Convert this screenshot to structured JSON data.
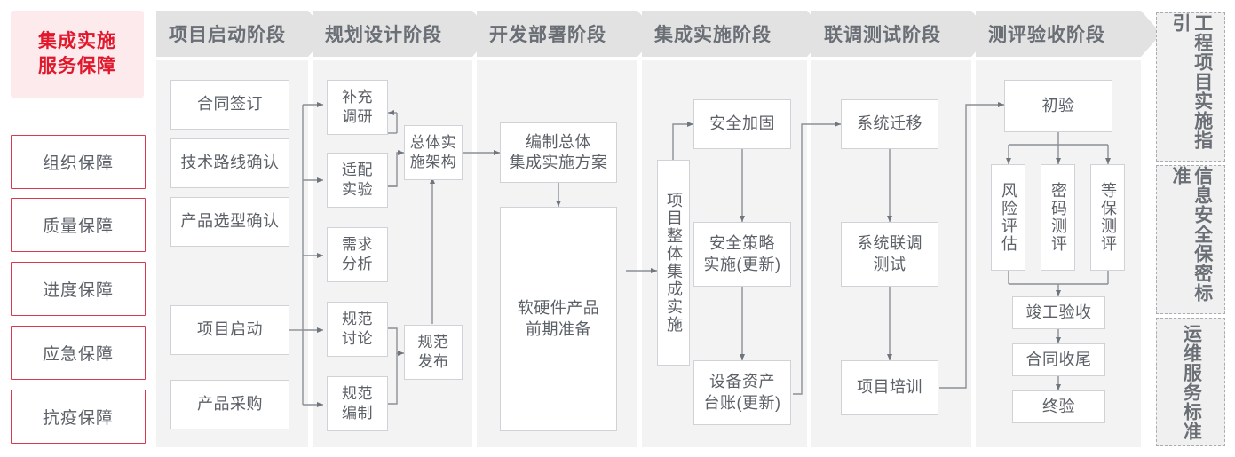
{
  "sidebar": {
    "title_lines": [
      "集成实施",
      "服务保障"
    ],
    "accent_color": "#e1172c",
    "accent_bg": "#fceaec",
    "items": [
      {
        "label": "组织保障"
      },
      {
        "label": "质量保障"
      },
      {
        "label": "进度保障"
      },
      {
        "label": "应急保障"
      },
      {
        "label": "抗疫保障"
      }
    ]
  },
  "stages": [
    {
      "name": "项目启动阶段"
    },
    {
      "name": "规划设计阶段"
    },
    {
      "name": "开发部署阶段"
    },
    {
      "name": "集成实施阶段"
    },
    {
      "name": "联调测试阶段"
    },
    {
      "name": "测评验收阶段"
    }
  ],
  "nodes": {
    "s1": [
      {
        "label": "合同签订"
      },
      {
        "label": "技术路线确认"
      },
      {
        "label": "产品选型确认"
      },
      {
        "label": "项目启动"
      },
      {
        "label": "产品采购"
      }
    ],
    "s2": [
      {
        "label": "补充\n调研"
      },
      {
        "label": "适配\n实验"
      },
      {
        "label": "需求\n分析"
      },
      {
        "label": "规范\n讨论"
      },
      {
        "label": "规范\n编制"
      },
      {
        "label": "总体实\n施架构"
      },
      {
        "label": "规范\n发布"
      }
    ],
    "s3": [
      {
        "label": "编制总体\n集成实施方案"
      },
      {
        "label": "软硬件产品\n前期准备"
      }
    ],
    "s4": [
      {
        "label": "项目整体集成实施"
      },
      {
        "label": "安全加固"
      },
      {
        "label": "安全策略\n实施(更新)"
      },
      {
        "label": "设备资产\n台账(更新)"
      }
    ],
    "s5": [
      {
        "label": "系统迁移"
      },
      {
        "label": "系统联调\n测试"
      },
      {
        "label": "项目培训"
      }
    ],
    "s6": [
      {
        "label": "初验"
      },
      {
        "label": "风险评估"
      },
      {
        "label": "密码测评"
      },
      {
        "label": "等保测评"
      },
      {
        "label": "竣工验收"
      },
      {
        "label": "合同收尾"
      },
      {
        "label": "终验"
      }
    ]
  },
  "right_panels": [
    {
      "label": "工程项目实施指引"
    },
    {
      "label": "信息安全保密标准"
    },
    {
      "label": "运维服务标准"
    }
  ],
  "colors": {
    "stage_header_bg": "#e2e2e2",
    "stage_body_bg": "#f3f3f3",
    "node_border": "#cfd2d6",
    "text": "#5c6168",
    "connector": "#8b9096"
  }
}
